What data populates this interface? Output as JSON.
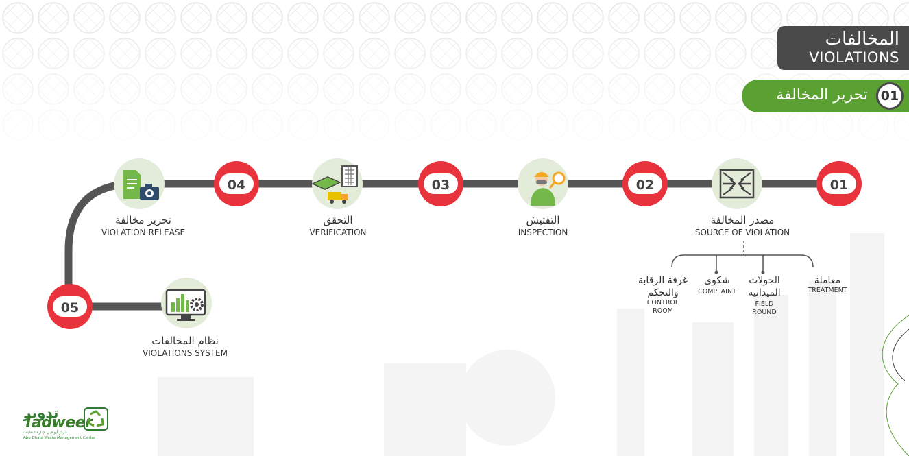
{
  "header": {
    "title_ar": "المخالفات",
    "title_en": "VIOLATIONS",
    "step_number": "01",
    "step_label": "تحرير المخالفة"
  },
  "flow": {
    "steps": [
      {
        "number": "01"
      },
      {
        "number": "02"
      },
      {
        "number": "03"
      },
      {
        "number": "04"
      },
      {
        "number": "05"
      }
    ],
    "nodes": [
      {
        "icon": "arrows-inward-icon",
        "label_ar": "مصدر المخالفة",
        "label_en": "SOURCE OF VIOLATION"
      },
      {
        "icon": "inspector-magnifier-icon",
        "label_ar": "التفتيش",
        "label_en": "INSPECTION"
      },
      {
        "icon": "building-truck-icon",
        "label_ar": "التحقق",
        "label_en": "VERIFICATION"
      },
      {
        "icon": "document-camera-icon",
        "label_ar": "تحرير مخالفة",
        "label_en": "VIOLATION RELEASE"
      },
      {
        "icon": "monitor-chart-gear-icon",
        "label_ar": "نظام المخالفات",
        "label_en": "VIOLATIONS SYSTEM"
      }
    ],
    "sources": [
      {
        "label_ar": "معاملة",
        "label_en": "TREATMENT"
      },
      {
        "label_ar_1": "الجولات",
        "label_ar_2": "الميدانية",
        "label_en_1": "FIELD",
        "label_en_2": "ROUND"
      },
      {
        "label_ar": "شكوى",
        "label_en": "COMPLAINT"
      },
      {
        "label_ar_1": "غرفة الرقابة",
        "label_ar_2": "والتحكم",
        "label_en_1": "CONTROL",
        "label_en_2": "ROOM"
      }
    ]
  },
  "logo": {
    "name_ar": "تدوير",
    "name_en": "Tadweer",
    "sub_ar": "مركز أبوظبي لإدارة النفايات",
    "sub_en": "Abu Dhabi Waste Management Center"
  },
  "colors": {
    "red": "#e8323c",
    "green": "#5aa132",
    "dark": "#4a4a4a",
    "icon_bg": "#e3ecd9",
    "icon_green": "#74b84a"
  }
}
